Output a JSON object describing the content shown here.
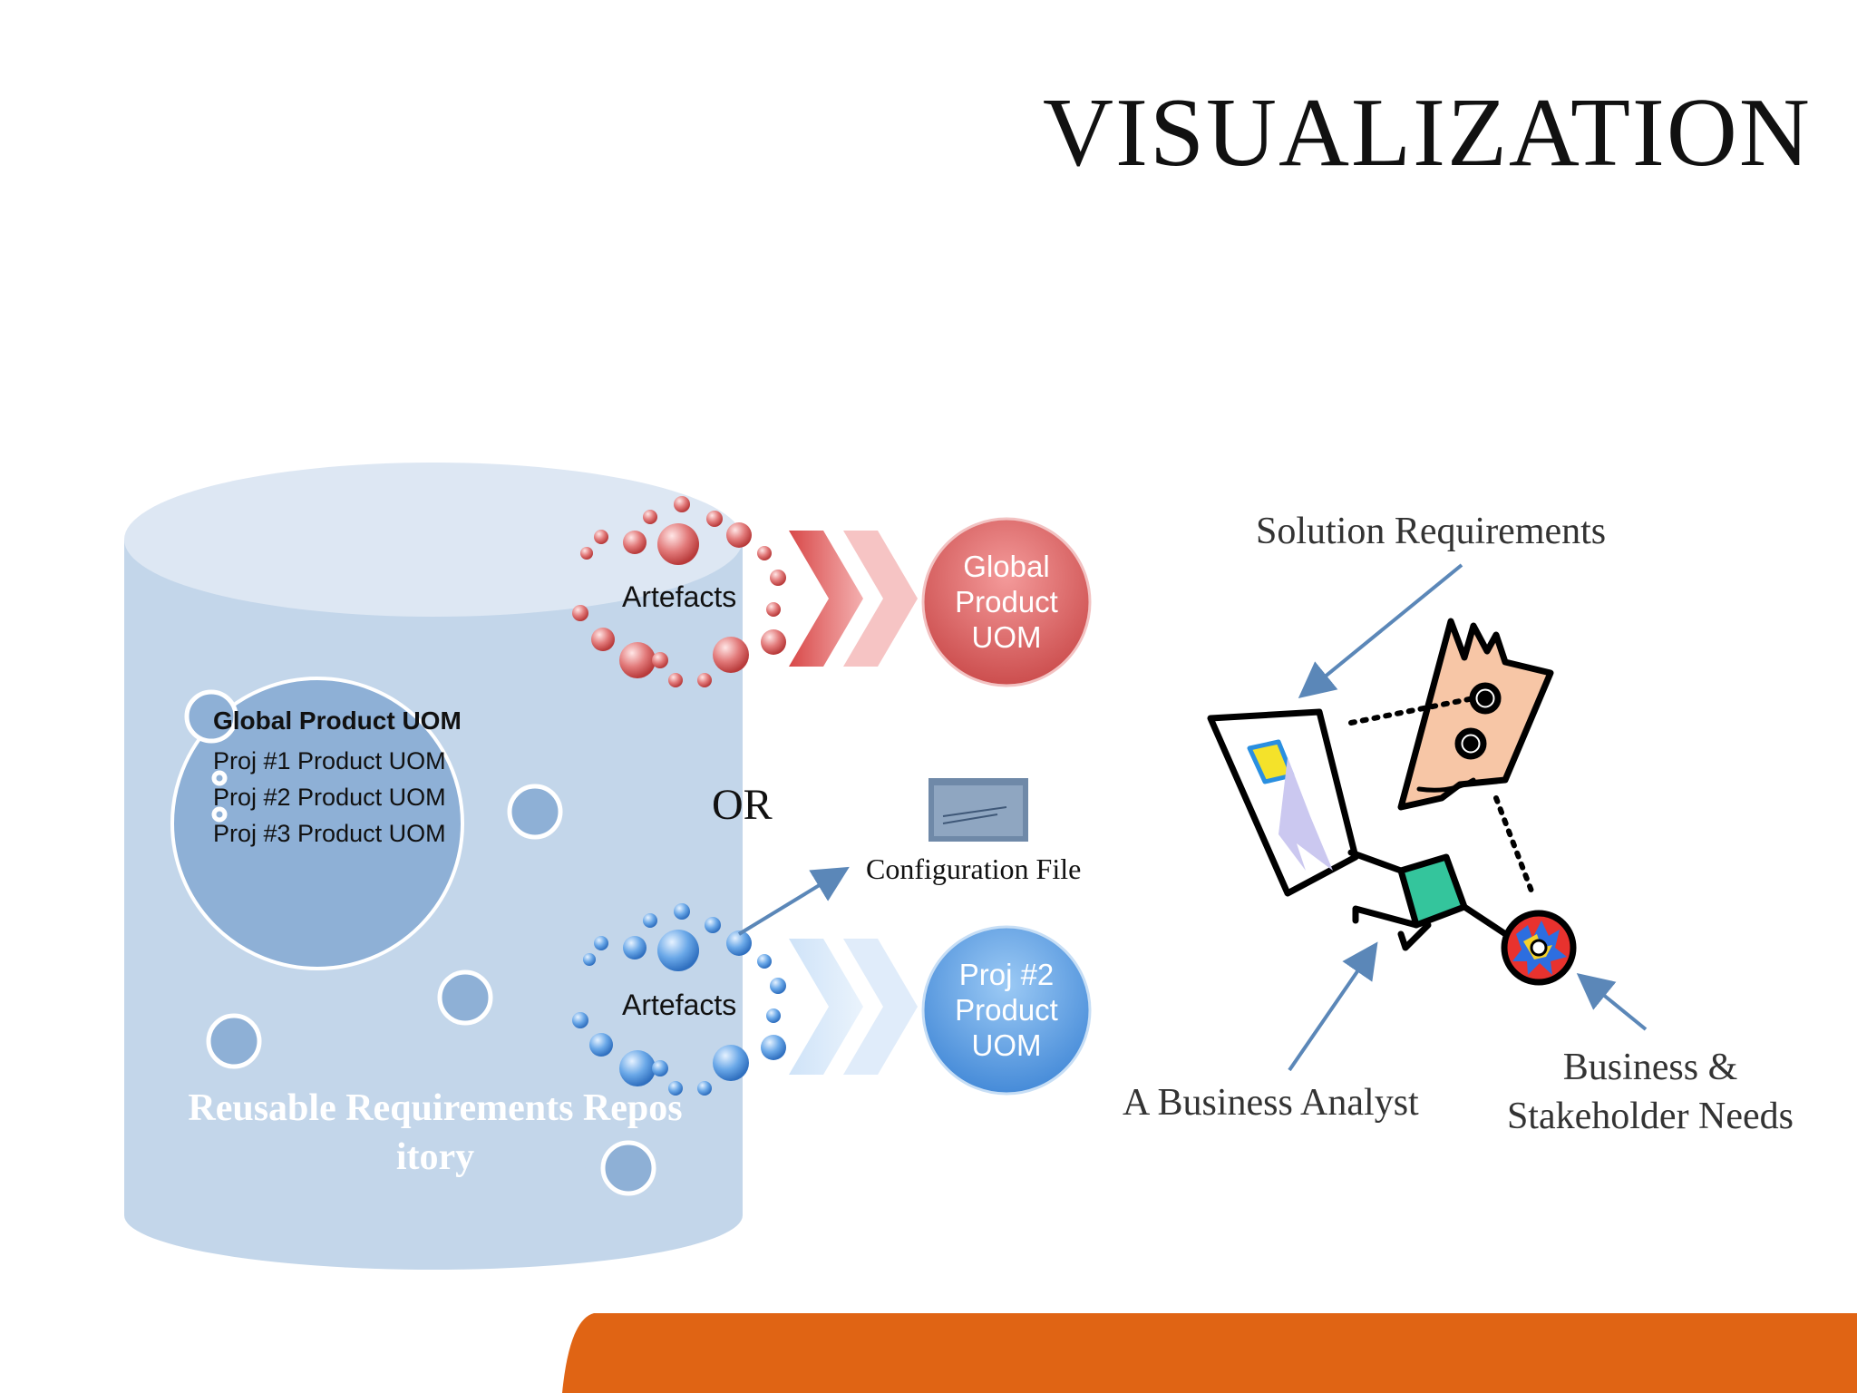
{
  "slide": {
    "title": "VISUALIZATION"
  },
  "repository": {
    "items": [
      "Global Product UOM",
      "Proj #1 Product UOM",
      "Proj #2 Product UOM",
      "Proj #3 Product UOM"
    ],
    "label_line1": "Reusable Requirements Repos",
    "label_line2": "itory",
    "color": "#c3d6ea"
  },
  "flow_top": {
    "artefacts_label": "Artefacts",
    "target_line1": "Global",
    "target_line2": "Product",
    "target_line3": "UOM",
    "color": "#d85a5a"
  },
  "flow_bottom": {
    "artefacts_label": "Artefacts",
    "target_line1": "Proj #2",
    "target_line2": "Product",
    "target_line3": "UOM",
    "color": "#5a9be0"
  },
  "or_label": "OR",
  "config_file_label": "Configuration File",
  "annotations": {
    "solution_requirements": "Solution Requirements",
    "business_analyst": "A Business Analyst",
    "needs_line1": "Business &",
    "needs_line2": "Stakeholder Needs"
  },
  "accent": {
    "orange": "#e06414",
    "arrow_blue": "#5b87b8"
  }
}
